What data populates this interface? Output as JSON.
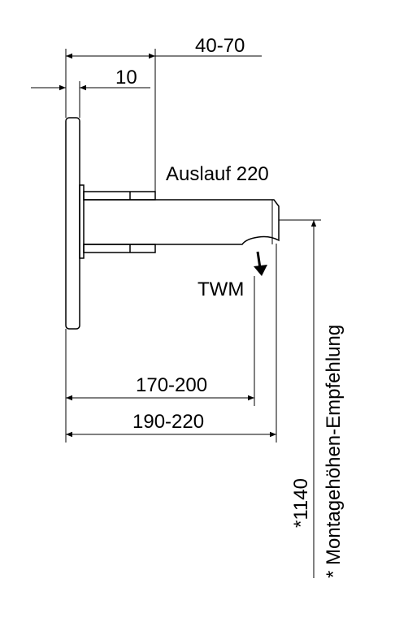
{
  "dimensions": {
    "projection_top": "40-70",
    "plate_thickness": "10",
    "spout": "Auslauf 220",
    "sensor": "TWM",
    "inner_length": "170-200",
    "outer_length": "190-220",
    "height": "*1140",
    "height_note": "*  Montagehöhen-Empfehlung"
  }
}
